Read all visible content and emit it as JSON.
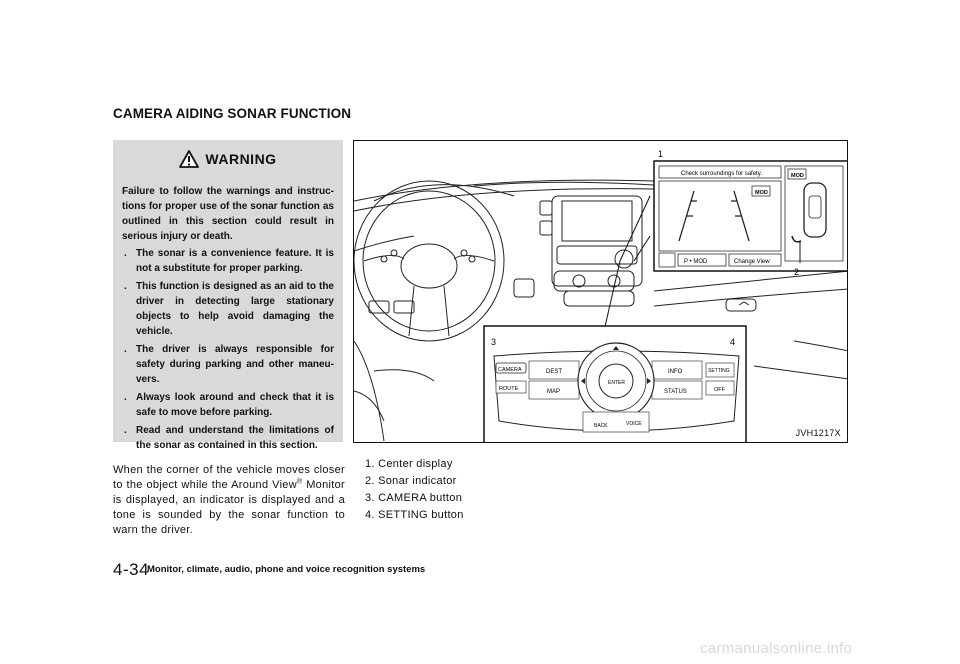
{
  "section_title": "CAMERA AIDING SONAR FUNCTION",
  "warning": {
    "title": "WARNING",
    "intro": "Failure to follow the warnings and instruc-tions for proper use of the sonar function as outlined in this section could result in serious injury or death.",
    "bullets": [
      "The sonar is a convenience feature. It is not a substitute for proper parking.",
      "This function is designed as an aid to the driver in detecting large stationary objects to help avoid damaging the vehicle.",
      "The driver is always responsible for safety during parking and other maneu-vers.",
      "Always look around and check that it is safe to move before parking.",
      "Read and understand the limitations of the sonar as contained in this section."
    ],
    "bullet_mark": "."
  },
  "body": {
    "text_before": "When the corner of the vehicle moves closer to the object while the Around View",
    "sup": "®",
    "text_after": " Monitor is displayed, an indicator is displayed and a tone is sounded by the sonar function to warn the driver."
  },
  "figure": {
    "code": "JVH1217X",
    "callouts": {
      "c1": "1",
      "c2": "2",
      "c3": "3",
      "c4": "4"
    },
    "display": {
      "message": "Check surroundings for safety.",
      "mod_label": "MOD",
      "mod_label_2": "MOD",
      "mode_button": "P • MOD",
      "change_view_button": "Change View"
    },
    "panel": {
      "camera": "CAMERA",
      "route": "ROUTE",
      "dest": "DEST",
      "map": "MAP",
      "enter": "ENTER",
      "info": "INFO",
      "status": "STATUS",
      "setting": "SETTING",
      "off": "OFF",
      "back": "BACK",
      "voice": "VOICE"
    }
  },
  "captions": [
    "1. Center display",
    "2. Sonar indicator",
    "3. CAMERA button",
    "4. SETTING button"
  ],
  "footer": {
    "page_number": "4-34",
    "chapter": "Monitor, climate, audio, phone and voice recognition systems"
  },
  "watermark": "carmanualsonline.info"
}
